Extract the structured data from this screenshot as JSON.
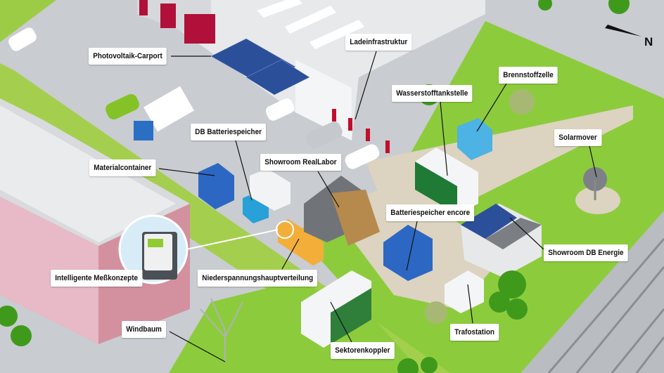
{
  "labels": {
    "photovoltaik_carport": "Photovoltaik-Carport",
    "ladeinfrastruktur": "Ladeinfrastruktur",
    "brennstoffzelle": "Brennstoffzelle",
    "wasserstofftankstelle": "Wasserstofftankstelle",
    "db_batteriespeicher": "DB Batteriespeicher",
    "materialcontainer": "Materialcontainer",
    "showroom_reallabor": "Showroom RealLabor",
    "solarmover": "Solarmover",
    "batteriespeicher_encore": "Batteriespeicher encore",
    "showroom_db_energie": "Showroom DB Energie",
    "intelligente_messkonzepte": "Intelligente Meßkonzepte",
    "niederspannungshauptverteilung": "Niederspannungshauptverteilung",
    "windbaum": "Windbaum",
    "trafostation": "Trafostation",
    "sektorenkoppler": "Sektorenkoppler"
  },
  "compass": {
    "north": "N"
  },
  "colors": {
    "grass": "#8ccc3c",
    "road": "#c9ccd0",
    "path": "#dcd3c0",
    "building_red": "#b0103a",
    "container_blue": "#2d67c4"
  }
}
